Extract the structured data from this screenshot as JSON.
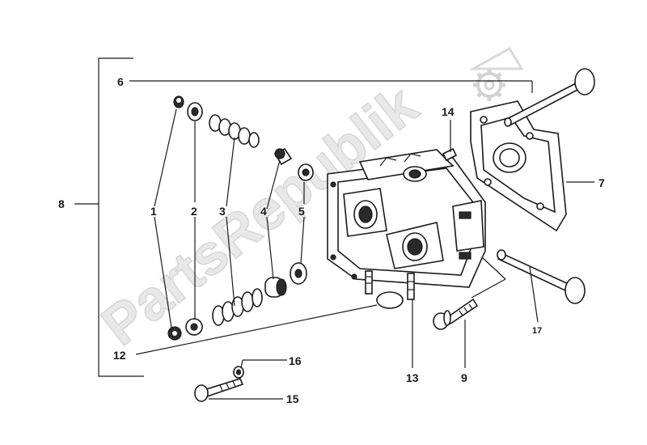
{
  "watermark": {
    "text": "PartsRepublik",
    "gear_icon": "gear-icon",
    "color": "#e0e0e0"
  },
  "labels": {
    "p1": "1",
    "p2": "2",
    "p3": "3",
    "p4": "4",
    "p5": "5",
    "p6": "6",
    "p7": "7",
    "p8": "8",
    "p9": "9",
    "p12": "12",
    "p13": "13",
    "p14": "14",
    "p15": "15",
    "p16": "16",
    "p17": "17"
  },
  "colors": {
    "ink": "#1a1a1a",
    "background": "#ffffff"
  }
}
